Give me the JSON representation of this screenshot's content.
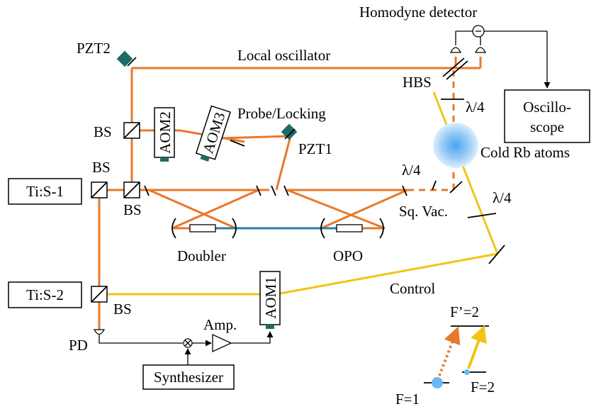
{
  "labels": {
    "homodyne": "Homodyne detector",
    "pzt2": "PZT2",
    "local_oscillator": "Local oscillator",
    "hbs": "HBS",
    "quarter_wave_top": "λ/4",
    "oscilloscope_line1": "Oscillo-",
    "oscilloscope_line2": "scope",
    "cold_atoms": "Cold Rb atoms",
    "probe_locking": "Probe/Locking",
    "pzt1": "PZT1",
    "aom2": "AOM2",
    "aom3": "AOM3",
    "aom1": "AOM1",
    "bs1": "BS",
    "bs2": "BS",
    "bs3": "BS",
    "bs4": "BS",
    "tis1": "Ti:S-1",
    "tis2": "Ti:S-2",
    "quarter_wave_mid": "λ/4",
    "quarter_wave_right": "λ/4",
    "sq_vac": "Sq. Vac.",
    "doubler": "Doubler",
    "opo": "OPO",
    "control": "Control",
    "pd": "PD",
    "amp": "Amp.",
    "synthesizer": "Synthesizer",
    "level_fp2": "F’=2",
    "level_f1": "F=1",
    "level_f2": "F=2"
  },
  "colors": {
    "orange_beam": "#e8782a",
    "yellow_beam": "#f2c418",
    "blue_beam": "#2d7ba8",
    "pzt_teal": "#1f6b66",
    "atom_cloud": "#4aa3f0"
  }
}
